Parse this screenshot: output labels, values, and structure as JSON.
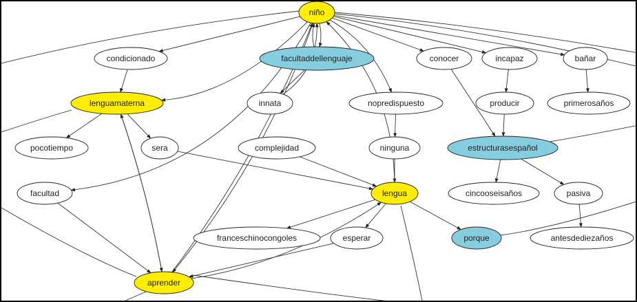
{
  "diagram": {
    "colors": {
      "highlight_yellow": "#ffee00",
      "highlight_blue": "#87cde0",
      "default": "#ffffff",
      "edge": "#333333"
    },
    "nodes": [
      {
        "id": "nino",
        "label": "niño",
        "fill": "yellow"
      },
      {
        "id": "condicionado",
        "label": "condicionado",
        "fill": "default"
      },
      {
        "id": "facultaddellenguaje",
        "label": "facultaddellenguaje",
        "fill": "blue"
      },
      {
        "id": "conocer",
        "label": "conocer",
        "fill": "default"
      },
      {
        "id": "incapaz",
        "label": "incapaz",
        "fill": "default"
      },
      {
        "id": "banar",
        "label": "bañar",
        "fill": "default"
      },
      {
        "id": "lenguamaterna",
        "label": "lenguamaterna",
        "fill": "yellow"
      },
      {
        "id": "innata",
        "label": "innata",
        "fill": "default"
      },
      {
        "id": "nopredispuesto",
        "label": "nopredispuesto",
        "fill": "default"
      },
      {
        "id": "producir",
        "label": "producir",
        "fill": "default"
      },
      {
        "id": "primerosanos",
        "label": "primerosaños",
        "fill": "default"
      },
      {
        "id": "pocotiempo",
        "label": "pocotiempo",
        "fill": "default"
      },
      {
        "id": "sera",
        "label": "sera",
        "fill": "default"
      },
      {
        "id": "complejidad",
        "label": "complejidad",
        "fill": "default"
      },
      {
        "id": "ninguna",
        "label": "ninguna",
        "fill": "default"
      },
      {
        "id": "estructurasespanol",
        "label": "estructurasespañol",
        "fill": "blue"
      },
      {
        "id": "facultad",
        "label": "facultad",
        "fill": "default"
      },
      {
        "id": "lengua",
        "label": "lengua",
        "fill": "yellow"
      },
      {
        "id": "cincooseisanos",
        "label": "cincooseisaños",
        "fill": "default"
      },
      {
        "id": "pasiva",
        "label": "pasiva",
        "fill": "default"
      },
      {
        "id": "franceschinocongoles",
        "label": "franceschinocongoles",
        "fill": "default"
      },
      {
        "id": "esperar",
        "label": "esperar",
        "fill": "default"
      },
      {
        "id": "porque",
        "label": "porque",
        "fill": "blue"
      },
      {
        "id": "antesdediezanos",
        "label": "antesdediezaños",
        "fill": "default"
      },
      {
        "id": "aprender",
        "label": "aprender",
        "fill": "yellow"
      }
    ],
    "edges": [
      [
        "nino",
        "condicionado"
      ],
      [
        "nino",
        "facultaddellenguaje"
      ],
      [
        "facultaddellenguaje",
        "nino"
      ],
      [
        "facultaddellenguaje",
        "innata"
      ],
      [
        "innata",
        "nino"
      ],
      [
        "nino",
        "conocer"
      ],
      [
        "nino",
        "incapaz"
      ],
      [
        "nino",
        "banar"
      ],
      [
        "nino",
        "lenguamaterna"
      ],
      [
        "condicionado",
        "lenguamaterna"
      ],
      [
        "lenguamaterna",
        "pocotiempo"
      ],
      [
        "lenguamaterna",
        "sera"
      ],
      [
        "aprender",
        "lenguamaterna"
      ],
      [
        "lenguamaterna",
        "aprender"
      ],
      [
        "nino",
        "nopredispuesto"
      ],
      [
        "nopredispuesto",
        "ninguna"
      ],
      [
        "ninguna",
        "lengua"
      ],
      [
        "lengua",
        "nino"
      ],
      [
        "conocer",
        "estructurasespanol"
      ],
      [
        "incapaz",
        "producir"
      ],
      [
        "producir",
        "estructurasespanol"
      ],
      [
        "banar",
        "primerosanos"
      ],
      [
        "estructurasespanol",
        "cincooseisanos"
      ],
      [
        "estructurasespanol",
        "pasiva"
      ],
      [
        "pasiva",
        "antesdediezanos"
      ],
      [
        "sera",
        "lengua"
      ],
      [
        "complejidad",
        "lengua"
      ],
      [
        "lengua",
        "franceschinocongoles"
      ],
      [
        "lengua",
        "esperar"
      ],
      [
        "lengua",
        "porque"
      ],
      [
        "esperar",
        "aprender"
      ],
      [
        "aprender",
        "lengua"
      ],
      [
        "facultad",
        "aprender"
      ],
      [
        "nino",
        "facultad"
      ],
      [
        "nino",
        "aprender"
      ],
      [
        "aprender",
        "nino"
      ]
    ]
  }
}
